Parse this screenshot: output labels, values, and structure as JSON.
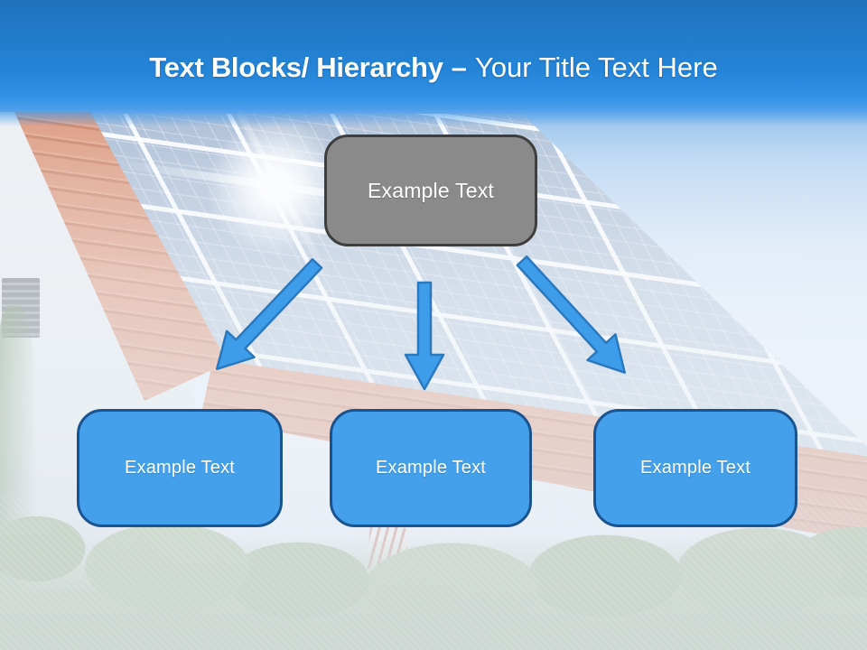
{
  "slide": {
    "title": {
      "emphasis": "Text Blocks/ Hierarchy",
      "separator": "–",
      "rest": "Your Title Text Here"
    }
  },
  "hierarchy": {
    "root": {
      "label": "Example Text"
    },
    "children": [
      {
        "label": "Example Text"
      },
      {
        "label": "Example Text"
      },
      {
        "label": "Example Text"
      }
    ]
  },
  "colors": {
    "header_blue_top": "#2071bc",
    "header_blue_bottom": "#3e97e9",
    "title_text": "#ffffff",
    "root_box_fill": "#8a8a8a",
    "root_box_border": "#3e3e3e",
    "child_box_fill": "#45a0ec",
    "child_box_border": "#1a5490",
    "arrow_fill": "#3e9deb",
    "arrow_border": "#2a78be",
    "box_text": "#ffffff"
  }
}
